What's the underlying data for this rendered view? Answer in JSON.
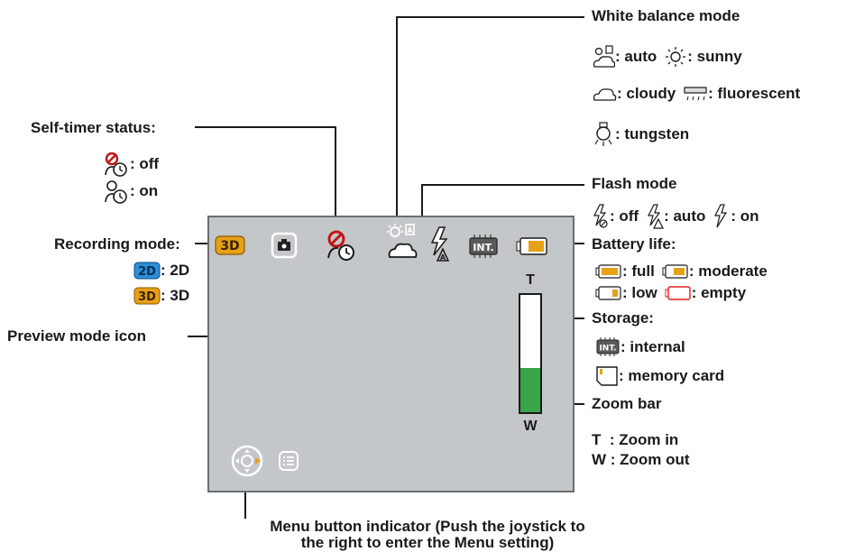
{
  "colors": {
    "screen_bg": "#c4c7c9",
    "screen_border": "#6b6e71",
    "line": "#1a1a1a",
    "mode_3d": "#e6a117",
    "mode_2d": "#2a8fd8",
    "zoom_fill": "#3aa44a",
    "battery_full": "#e6a117",
    "battery_empty": "#e02020"
  },
  "screen": {
    "zoom_top_label": "T",
    "zoom_bottom_label": "W",
    "zoom_level": 0.38,
    "icons": [
      "3d-mode-icon",
      "camera-preview-icon",
      "self-timer-off-icon",
      "wb-auto-icon",
      "flash-auto-icon",
      "internal-storage-icon",
      "battery-icon",
      "joystick-icon",
      "menu-list-icon"
    ]
  },
  "white_balance": {
    "title": "White balance mode",
    "auto": ": auto",
    "sunny": ": sunny",
    "cloudy": ": cloudy",
    "fluorescent": " : fluorescent",
    "tungsten": ": tungsten"
  },
  "self_timer": {
    "title": "Self-timer status:",
    "off": " : off",
    "on": " : on"
  },
  "flash": {
    "title": "Flash mode",
    "off": " : off",
    "auto": " : auto",
    "on": " : on"
  },
  "recording": {
    "title": "Recording mode:",
    "mode_2d": ": 2D",
    "mode_3d": ": 3D"
  },
  "battery": {
    "title": "Battery life:",
    "full": ": full",
    "moderate": ": moderate",
    "low": ": low",
    "empty": ": empty"
  },
  "storage": {
    "title": "Storage:",
    "internal": ": internal",
    "card": ": memory card"
  },
  "preview": {
    "title": "Preview mode icon"
  },
  "zoom": {
    "title": "Zoom bar",
    "in": "T  : Zoom in",
    "out": "W : Zoom out"
  },
  "menu": {
    "line1": "Menu button indicator (Push the joystick to",
    "line2": "the right to enter the Menu setting)"
  }
}
